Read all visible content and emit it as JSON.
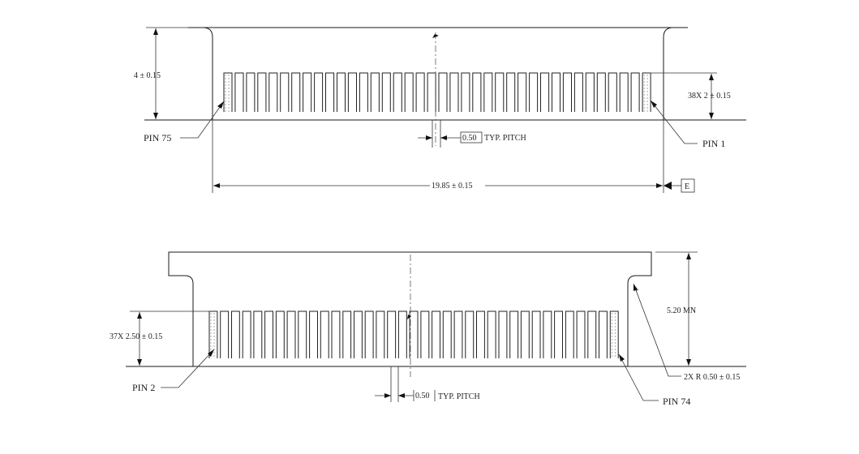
{
  "top_view": {
    "height_dim": "4 ± 0.15",
    "pitch_value": "0.50",
    "pitch_note": "TYP. PITCH",
    "width_dim": "19.85 ± 0.15",
    "datum": "E",
    "pin_left": "PIN 75",
    "pin_right": "PIN 1",
    "pin_length_dim": "38X 2 ± 0.15"
  },
  "bottom_view": {
    "pin_length_dim": "37X 2.50 ± 0.15",
    "pin_left": "PIN 2",
    "pitch_value": "0.50",
    "pitch_note": "TYP. PITCH",
    "pin_right": "PIN 74",
    "height_dim": "5.20 MN",
    "radius_note": "2X R 0.50 ± 0.15"
  }
}
